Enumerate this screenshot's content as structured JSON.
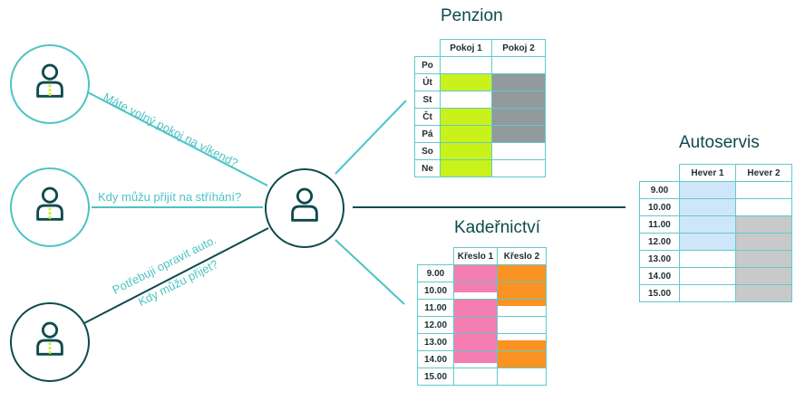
{
  "questions": [
    "Máte volný pokoj na víkend?",
    "Kdy můžu přijít na stříhání?",
    "Potřebuji opravit auto.",
    "Kdy můžu přijet?"
  ],
  "penzion": {
    "title": "Penzion",
    "columns": [
      "Pokoj 1",
      "Pokoj 2"
    ],
    "rows": [
      "Po",
      "Út",
      "St",
      "Čt",
      "Pá",
      "So",
      "Ne"
    ],
    "cells": [
      [
        "free",
        "free"
      ],
      [
        "booked-green",
        "booked-grey"
      ],
      [
        "free",
        "booked-grey"
      ],
      [
        "booked-green",
        "booked-grey"
      ],
      [
        "booked-green",
        "booked-grey"
      ],
      [
        "booked-green",
        "free"
      ],
      [
        "booked-green",
        "free"
      ]
    ],
    "colors": {
      "booked-green": "#c9f21a",
      "booked-grey": "#929a9b"
    }
  },
  "kadernictvi": {
    "title": "Kadeřnictví",
    "columns": [
      "Křeslo 1",
      "Křeslo 2"
    ],
    "rows": [
      "9.00",
      "10.00",
      "11.00",
      "12.00",
      "13.00",
      "14.00",
      "15.00"
    ],
    "colors": {
      "pink": "#f47eb1",
      "orange": "#fb9323"
    }
  },
  "autoservis": {
    "title": "Autoservis",
    "columns": [
      "Hever 1",
      "Hever 2"
    ],
    "rows": [
      "9.00",
      "10.00",
      "11.00",
      "12.00",
      "13.00",
      "14.00",
      "15.00"
    ],
    "colors": {
      "blue": "#cfe6f9",
      "grey": "#c9c9c9"
    }
  },
  "icons": [
    "person-icon"
  ],
  "accent": "#4cc3c4",
  "dark": "#0e4a4d"
}
